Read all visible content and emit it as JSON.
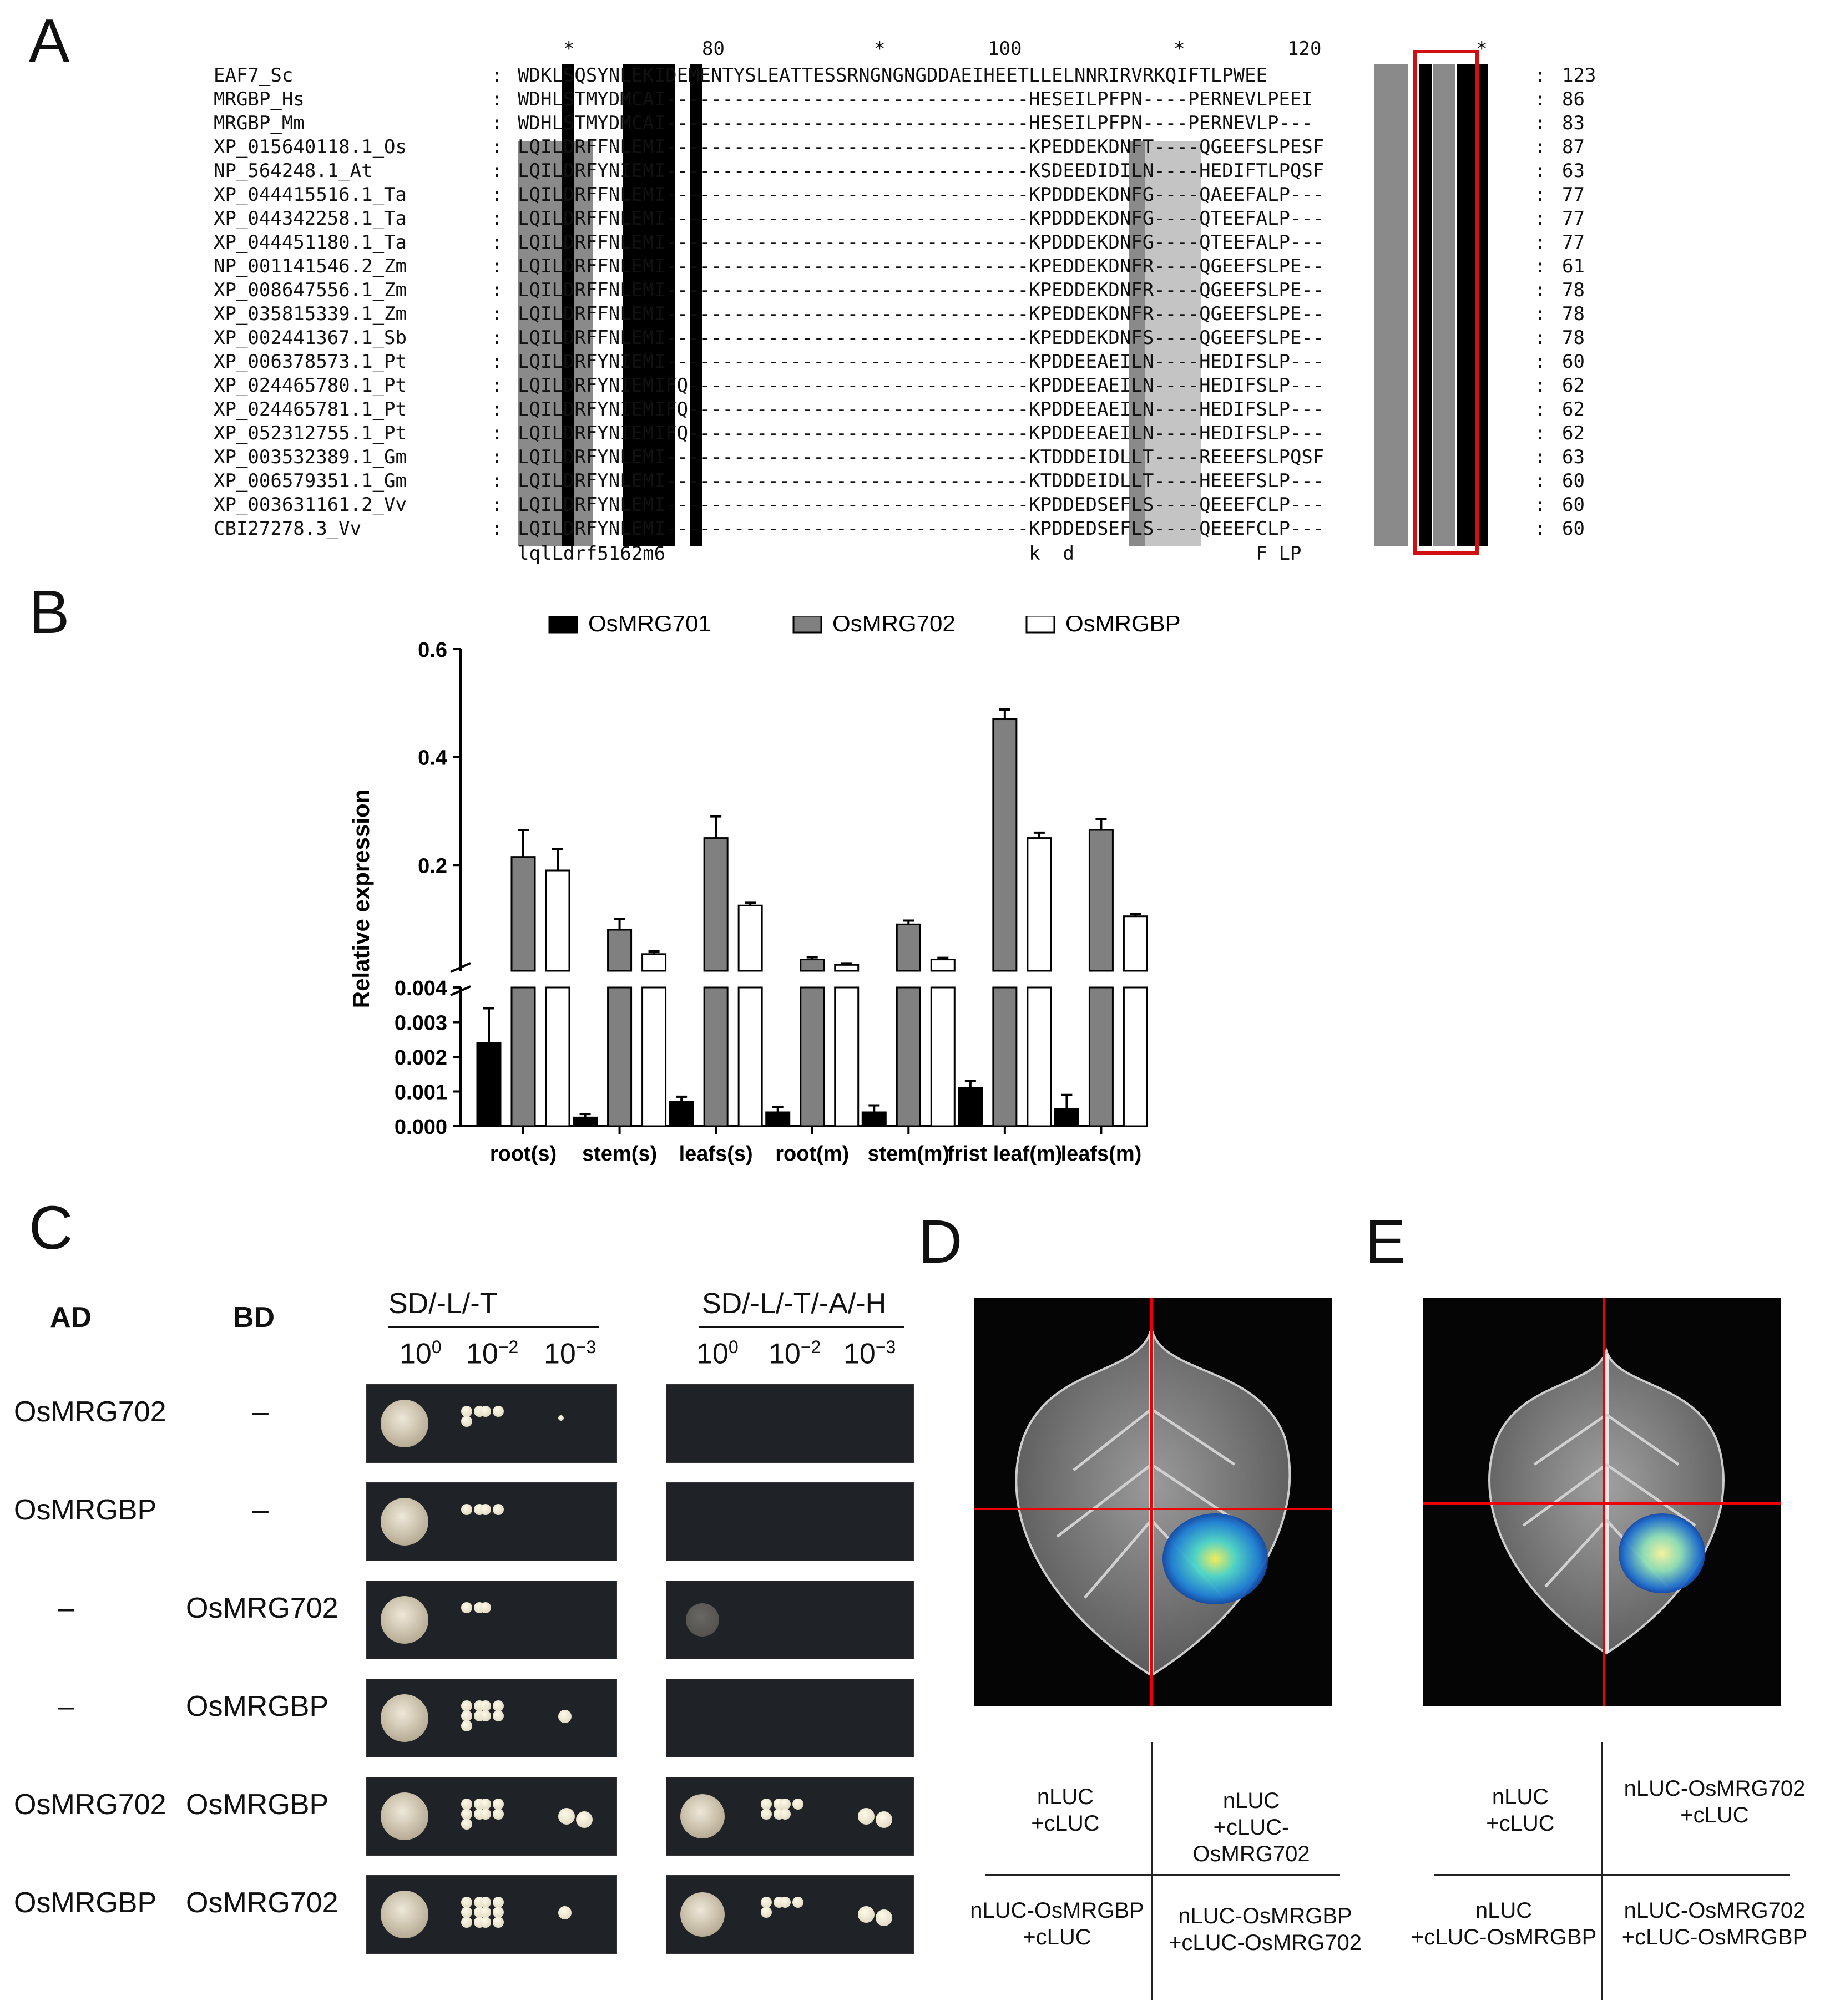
{
  "panels": {
    "A": "A",
    "B": "B",
    "C": "C",
    "D": "D",
    "E": "E"
  },
  "alignment": {
    "ruler": {
      "star1": "*",
      "n80": "80",
      "star2": "*",
      "n100": "100",
      "star3": "*",
      "n120": "120",
      "star4": "*"
    },
    "rows": [
      {
        "name": "EAF7_Sc",
        "seq": "WDKLSQSYNLEKIDEMENTYSLEATTESSRNGNGNGDDAEIHEETLLELNNRIRVRKQIFTLPWEE",
        "len": "123"
      },
      {
        "name": "MRGBP_Hs",
        "seq": "WDHLSTMYDMCAI--------------------------------HESEILPFPN----PERNEVLPEEI",
        "len": "86"
      },
      {
        "name": "MRGBP_Mm",
        "seq": "WDHLSTMYDMCAI--------------------------------HESEILPFPN----PERNEVLP---",
        "len": "83"
      },
      {
        "name": "XP_015640118.1_Os",
        "seq": "LQILDRFFNLEMI--------------------------------KPEDDEKDNFT----QGEEFSLPESF",
        "len": "87"
      },
      {
        "name": "NP_564248.1_At",
        "seq": "LQILDRFYNIEMI--------------------------------KSDEEDIDILN----HEDIFTLPQSF",
        "len": "63"
      },
      {
        "name": "XP_044415516.1_Ta",
        "seq": "LQILDRFFNLEMI--------------------------------KPDDDEKDNFG----QAEEFALP---",
        "len": "77"
      },
      {
        "name": "XP_044342258.1_Ta",
        "seq": "LQILDRFFNLEMI--------------------------------KPDDDEKDNFG----QTEEFALP---",
        "len": "77"
      },
      {
        "name": "XP_044451180.1_Ta",
        "seq": "LQILDRFFNLEMI--------------------------------KPDDDEKDNFG----QTEEFALP---",
        "len": "77"
      },
      {
        "name": "NP_001141546.2_Zm",
        "seq": "LQILDRFFNLEMI--------------------------------KPEDDEKDNFR----QGEEFSLPE--",
        "len": "61"
      },
      {
        "name": "XP_008647556.1_Zm",
        "seq": "LQILDRFFNLEMI--------------------------------KPEDDEKDNFR----QGEEFSLPE--",
        "len": "78"
      },
      {
        "name": "XP_035815339.1_Zm",
        "seq": "LQILDRFFNLEMI--------------------------------KPEDDEKDNFR----QGEEFSLPE--",
        "len": "78"
      },
      {
        "name": "XP_002441367.1_Sb",
        "seq": "LQILDRFFNLEMI--------------------------------KPEDDEKDNFS----QGEEFSLPE--",
        "len": "78"
      },
      {
        "name": "XP_006378573.1_Pt",
        "seq": "LQILDRFYNIEMI--------------------------------KPDDEEAEILN----HEDIFSLP---",
        "len": "60"
      },
      {
        "name": "XP_024465780.1_Pt",
        "seq": "LQILDRFYNIEMIFQ------------------------------KPDDEEAEILN----HEDIFSLP---",
        "len": "62"
      },
      {
        "name": "XP_024465781.1_Pt",
        "seq": "LQILDRFYNIEMIFQ------------------------------KPDDEEAEILN----HEDIFSLP---",
        "len": "62"
      },
      {
        "name": "XP_052312755.1_Pt",
        "seq": "LQILDRFYNIEMIFQ------------------------------KPDDEEAEILN----HEDIFSLP---",
        "len": "62"
      },
      {
        "name": "XP_003532389.1_Gm",
        "seq": "LQILDRFYNLEMI--------------------------------KTDDDEIDLLT----REEEFSLPQSF",
        "len": "63"
      },
      {
        "name": "XP_006579351.1_Gm",
        "seq": "LQILDRFYNLEMI--------------------------------KTDDDEIDLLT----HEEEFSLP---",
        "len": "60"
      },
      {
        "name": "XP_003631161.2_Vv",
        "seq": "LQILDRFYNLEMI--------------------------------KPDDEDSEFLS----QEEEFCLP---",
        "len": "60"
      },
      {
        "name": "CBI27278.3_Vv",
        "seq": "LQILDRFYNLEMI--------------------------------KPDDEDSEFLS----QEEEFCLP---",
        "len": "60"
      }
    ],
    "consensus": "lqlLdrf5162m6                                k  d                F LP"
  },
  "chart_data": {
    "type": "bar",
    "categories": [
      "root(s)",
      "stem(s)",
      "leafs(s)",
      "root(m)",
      "stem(m)",
      "frist leaf(m)",
      "leafs(m)"
    ],
    "ylabel": "Relative expression",
    "xlabel": "",
    "y_axis_break": true,
    "upper_ticks": [
      "0.2",
      "0.4",
      "0.6"
    ],
    "lower_ticks": [
      "0.000",
      "0.001",
      "0.002",
      "0.003",
      "0.004"
    ],
    "upper_ylim": [
      0.004,
      0.6
    ],
    "lower_ylim": [
      0,
      0.004
    ],
    "legend_position": "top",
    "series": [
      {
        "name": "OsMRG701",
        "color": "#000000",
        "values": [
          0.0024,
          0.00025,
          0.0007,
          0.0004,
          0.0004,
          0.0011,
          0.0005
        ],
        "errors": [
          0.001,
          0.0001,
          0.00015,
          0.00015,
          0.0002,
          0.0002,
          0.0004
        ]
      },
      {
        "name": "OsMRG702",
        "color": "#808080",
        "values": [
          0.215,
          0.08,
          0.25,
          0.025,
          0.09,
          0.47,
          0.265
        ],
        "errors": [
          0.05,
          0.02,
          0.04,
          0.004,
          0.007,
          0.018,
          0.02
        ]
      },
      {
        "name": "OsMRGBP",
        "color": "#ffffff",
        "values": [
          0.19,
          0.035,
          0.125,
          0.015,
          0.025,
          0.25,
          0.105
        ],
        "errors": [
          0.04,
          0.005,
          0.005,
          0.003,
          0.003,
          0.01,
          0.004
        ]
      }
    ]
  },
  "yeast": {
    "ad_header": "AD",
    "bd_header": "BD",
    "plate1_title": "SD/-L/-T",
    "plate2_title": "SD/-L/-T/-A/-H",
    "dilutions": {
      "d0": "10",
      "e0": "0",
      "d2": "10",
      "e2": "−2",
      "d3": "10",
      "e3": "−3"
    },
    "rows": [
      {
        "ad": "OsMRG702",
        "bd": "–"
      },
      {
        "ad": "OsMRGBP",
        "bd": "–"
      },
      {
        "ad": "–",
        "bd": "OsMRG702"
      },
      {
        "ad": "–",
        "bd": "OsMRGBP"
      },
      {
        "ad": "OsMRG702",
        "bd": "OsMRGBP"
      },
      {
        "ad": "OsMRGBP",
        "bd": "OsMRG702"
      }
    ]
  },
  "luc_D": {
    "tl": [
      "nLUC",
      "+cLUC"
    ],
    "tr": [
      "nLUC",
      "+cLUC-OsMRG702"
    ],
    "bl": [
      "nLUC-OsMRGBP",
      "+cLUC"
    ],
    "br": [
      "nLUC-OsMRGBP",
      "+cLUC-OsMRG702"
    ]
  },
  "luc_E": {
    "tl": [
      "nLUC",
      "+cLUC"
    ],
    "tr": [
      "nLUC-OsMRG702",
      "+cLUC"
    ],
    "bl": [
      "nLUC",
      "+cLUC-OsMRGBP"
    ],
    "br": [
      "nLUC-OsMRG702",
      "+cLUC-OsMRGBP"
    ]
  }
}
